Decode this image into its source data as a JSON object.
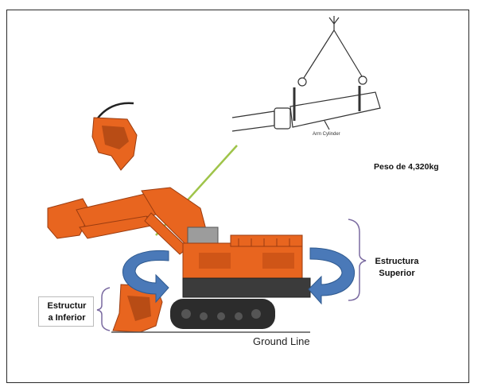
{
  "labels": {
    "weight": "Peso de 4,320kg",
    "upper_structure_line1": "Estructura",
    "upper_structure_line2": "Superior",
    "lower_structure_line1": "Estructur",
    "lower_structure_line2": "a Inferior",
    "ground_line": "Ground Line",
    "arm_cylinder": "Arm Cylinder"
  },
  "colors": {
    "machine_orange": "#e8651f",
    "machine_dark": "#3b3b3b",
    "track_dark": "#2c2c2c",
    "rotation_arrow": "#4a79b8",
    "pointer_line": "#9fc44a",
    "brace": "#7a6aa0"
  }
}
